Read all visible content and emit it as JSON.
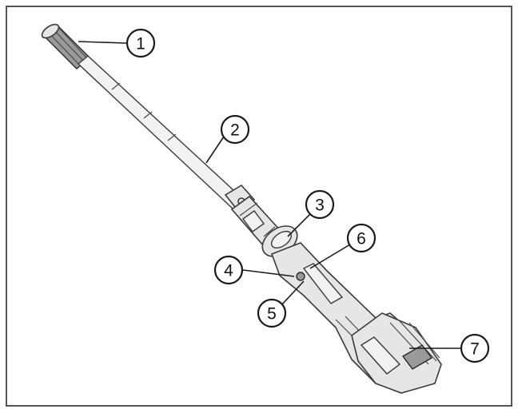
{
  "diagram": {
    "callouts": [
      {
        "id": 1,
        "label": "1"
      },
      {
        "id": 2,
        "label": "2"
      },
      {
        "id": 3,
        "label": "3"
      },
      {
        "id": 4,
        "label": "4"
      },
      {
        "id": 5,
        "label": "5"
      },
      {
        "id": 6,
        "label": "6"
      },
      {
        "id": 7,
        "label": "7"
      }
    ]
  }
}
